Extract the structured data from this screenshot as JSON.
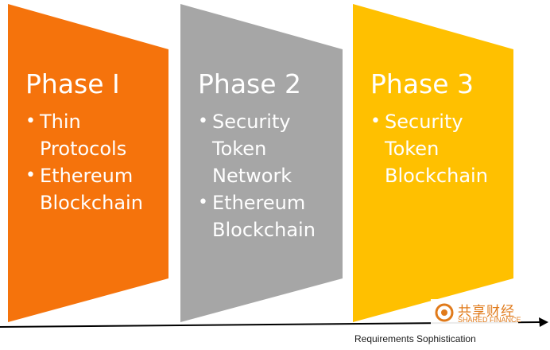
{
  "phases": [
    {
      "title": "Phase I",
      "color": "#f5730c",
      "bullets": [
        "Thin\nProtocols",
        "Ethereum\nBlockchain"
      ]
    },
    {
      "title": "Phase 2",
      "color": "#a6a6a6",
      "bullets": [
        "Security\nToken\nNetwork",
        "Ethereum\nBlockchain"
      ]
    },
    {
      "title": "Phase 3",
      "color": "#ffc000",
      "bullets": [
        "Security\nToken\nBlockchain"
      ]
    }
  ],
  "bullet_glyph": "•",
  "axis": {
    "label": "Requirements Sophistication",
    "arrow_color": "#000000"
  },
  "watermark": {
    "chinese": "共享财经",
    "english": "SHARED FINANCE",
    "color": "#e07a1a"
  }
}
